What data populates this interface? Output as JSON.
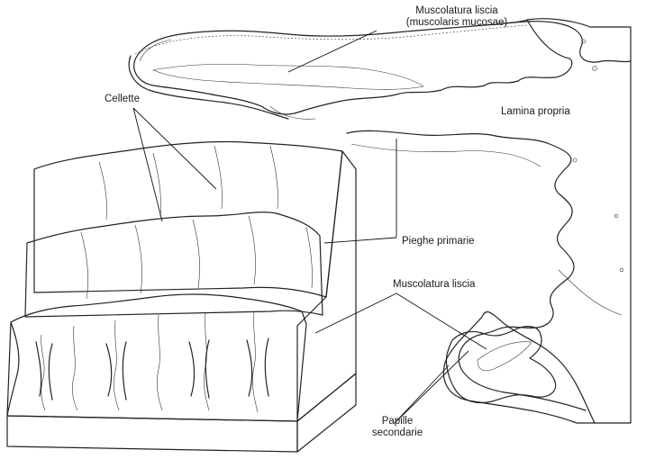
{
  "labels": {
    "muscularis_mucosae_line1": "Muscolatura liscia",
    "muscularis_mucosae_line2": "(muscolaris mucosae)",
    "lamina_propria": "Lamina propria",
    "cellette": "Cellette",
    "pieghe_primarie": "Pieghe primarie",
    "muscolatura_liscia": "Muscolatura liscia",
    "papille_line1": "Papille",
    "papille_line2": "secondarie"
  }
}
